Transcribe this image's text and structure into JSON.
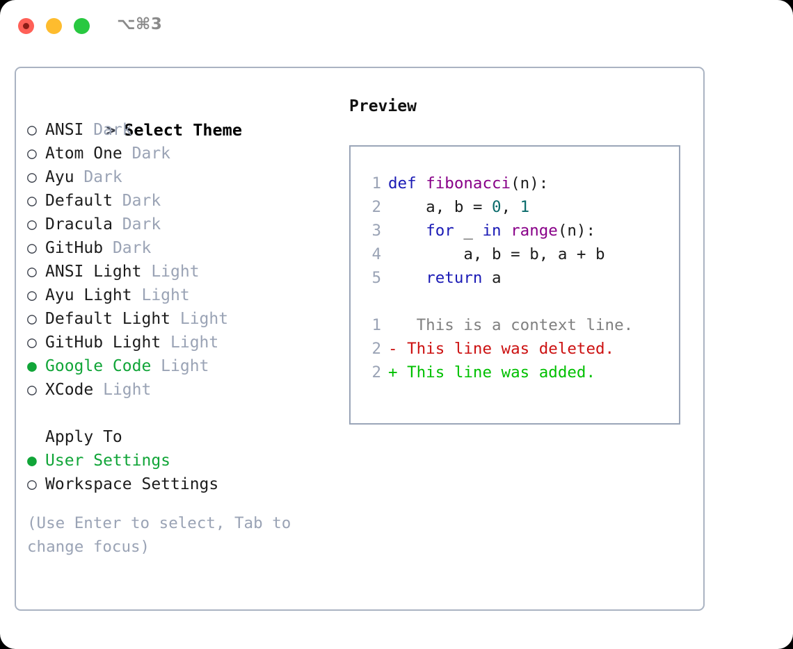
{
  "window": {
    "shortcut": "⌥⌘3",
    "traffic_lights": [
      "close-red",
      "minimize-yellow",
      "maximize-green"
    ]
  },
  "theme_picker": {
    "header_prompt": ">",
    "header_label": "Select Theme",
    "marker_unselected": "○",
    "marker_selected": "●",
    "selected_color": "#11a538",
    "items": [
      {
        "marker": "○",
        "name": "ANSI",
        "suffix": "Dark",
        "selected": false
      },
      {
        "marker": "○",
        "name": "Atom One",
        "suffix": "Dark",
        "selected": false
      },
      {
        "marker": "○",
        "name": "Ayu",
        "suffix": "Dark",
        "selected": false
      },
      {
        "marker": "○",
        "name": "Default",
        "suffix": "Dark",
        "selected": false
      },
      {
        "marker": "○",
        "name": "Dracula",
        "suffix": "Dark",
        "selected": false
      },
      {
        "marker": "○",
        "name": "GitHub",
        "suffix": "Dark",
        "selected": false
      },
      {
        "marker": "○",
        "name": "ANSI Light",
        "suffix": "Light",
        "selected": false
      },
      {
        "marker": "○",
        "name": "Ayu Light",
        "suffix": "Light",
        "selected": false
      },
      {
        "marker": "○",
        "name": "Default Light",
        "suffix": "Light",
        "selected": false
      },
      {
        "marker": "○",
        "name": "GitHub Light",
        "suffix": "Light",
        "selected": false
      },
      {
        "marker": "●",
        "name": "Google Code",
        "suffix": "Light",
        "selected": true
      },
      {
        "marker": "○",
        "name": "XCode",
        "suffix": "Light",
        "selected": false
      }
    ]
  },
  "apply_to": {
    "label": "Apply To",
    "items": [
      {
        "marker": "●",
        "name": "User Settings",
        "selected": true
      },
      {
        "marker": "○",
        "name": "Workspace Settings",
        "selected": false
      }
    ]
  },
  "hint": {
    "text": "(Use Enter to select, Tab to change focus)"
  },
  "preview": {
    "title": "Preview",
    "code_lines": [
      {
        "number": "1",
        "tokens": [
          {
            "text": "def ",
            "type": "kw"
          },
          {
            "text": "fibonacci",
            "type": "fn"
          },
          {
            "text": "(n):",
            "type": "pl"
          }
        ]
      },
      {
        "number": "2",
        "tokens": [
          {
            "text": "    a, b = ",
            "type": "pl"
          },
          {
            "text": "0",
            "type": "num"
          },
          {
            "text": ", ",
            "type": "pl"
          },
          {
            "text": "1",
            "type": "num"
          }
        ]
      },
      {
        "number": "3",
        "tokens": [
          {
            "text": "    ",
            "type": "pl"
          },
          {
            "text": "for",
            "type": "kw"
          },
          {
            "text": " _ ",
            "type": "pl"
          },
          {
            "text": "in",
            "type": "kw"
          },
          {
            "text": " ",
            "type": "pl"
          },
          {
            "text": "range",
            "type": "fn"
          },
          {
            "text": "(n):",
            "type": "pl"
          }
        ]
      },
      {
        "number": "4",
        "tokens": [
          {
            "text": "        a, b = b, a + b",
            "type": "pl"
          }
        ]
      },
      {
        "number": "5",
        "tokens": [
          {
            "text": "    ",
            "type": "pl"
          },
          {
            "text": "return",
            "type": "kw"
          },
          {
            "text": " a",
            "type": "pl"
          }
        ]
      }
    ],
    "diff_lines": [
      {
        "number": "1",
        "sign": " ",
        "text": "  This is a context line.",
        "type": "ctx"
      },
      {
        "number": "2",
        "sign": "-",
        "text": " This line was deleted.",
        "type": "del"
      },
      {
        "number": "2",
        "sign": "+",
        "text": " This line was added.",
        "type": "add"
      }
    ]
  }
}
